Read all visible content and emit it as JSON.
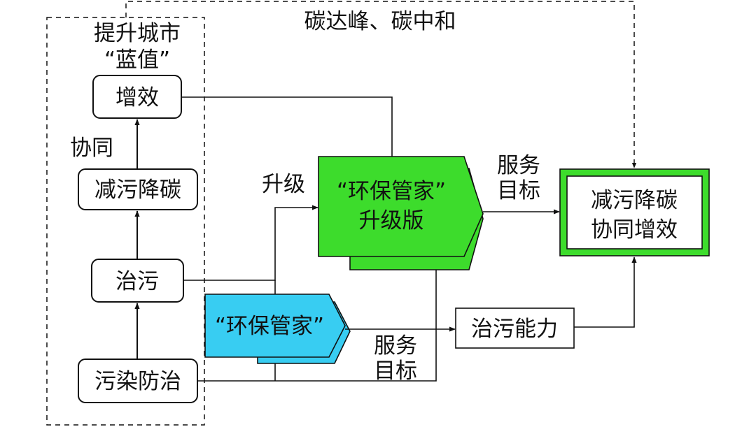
{
  "top_label": "碳达峰、碳中和",
  "group": {
    "title_line1": "提升城市",
    "title_line2": "“蓝值”"
  },
  "nodes": {
    "zengxiao": "增效",
    "jianwu_jiangtan": "减污降碳",
    "zhiwu": "治污",
    "wuran_fangzhi": "污染防治",
    "hbgj": "“环保管家”",
    "hbgj_upgrade_line1": "“环保管家”",
    "hbgj_upgrade_line2": "升级版",
    "target_line1": "减污降碳",
    "target_line2": "协同增效",
    "zhiwu_nengli": "治污能力"
  },
  "edge_labels": {
    "xietong": "协同",
    "shengji": "升级",
    "fuwu_top_line1": "服务",
    "fuwu_top_line2": "目标",
    "fuwu_bottom_line1": "服务",
    "fuwu_bottom_line2": "目标"
  },
  "colors": {
    "green": "#3ddc2c",
    "green_dark": "#2fbf22",
    "blue": "#38cdf2",
    "blue_dark": "#24b8e0",
    "line": "#111111"
  }
}
